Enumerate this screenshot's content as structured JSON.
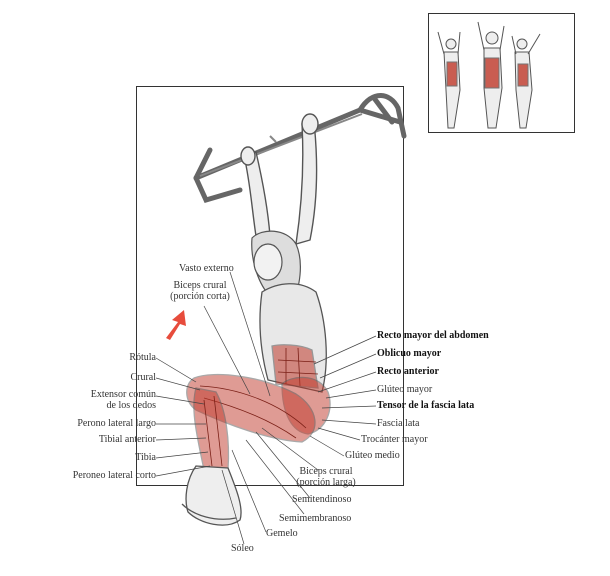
{
  "labels": {
    "vasto_externo": "Vasto externo",
    "biceps_corta_1": "Biceps crural",
    "biceps_corta_2": "(porción corta)",
    "rotula": "Rótula",
    "crural": "Crural",
    "extensor_1": "Extensor común",
    "extensor_2": "de los dedos",
    "peroneo_largo": "Perono lateral largo",
    "tibial_anterior": "Tibial anterior",
    "tibia": "Tibia",
    "peroneo_corto": "Peroneo lateral corto",
    "recto_mayor": "Recto mayor del abdomen",
    "oblicuo_mayor": "Oblicuo mayor",
    "recto_anterior": "Recto anterior",
    "gluteo_mayor": "Glúteo mayor",
    "tensor": "Tensor de la fascia lata",
    "fascia_lata": "Fascia lata",
    "trocanter": "Trocánter mayor",
    "gluteo_medio": "Glúteo medio",
    "biceps_larga_1": "Biceps crural",
    "biceps_larga_2": "(porción larga)",
    "semitendinoso": "Semitendinoso",
    "semimembranoso": "Semimembranoso",
    "gemelo": "Gemelo",
    "soleo": "Sóleo"
  },
  "colors": {
    "muscle_highlight": "#c0392b",
    "arrow": "#e74c3c",
    "line": "#444444"
  }
}
